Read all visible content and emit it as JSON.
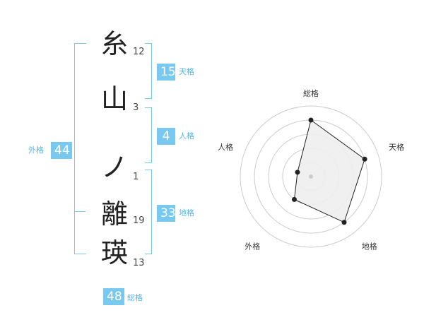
{
  "name_chars": [
    {
      "char": "糸",
      "strokes": "12"
    },
    {
      "char": "山",
      "strokes": "3"
    },
    {
      "char": "ノ",
      "strokes": "1"
    },
    {
      "char": "離",
      "strokes": "19"
    },
    {
      "char": "瑛",
      "strokes": "13"
    }
  ],
  "fortunes": {
    "tenkaku": {
      "value": "15",
      "label": "天格"
    },
    "jinkaku": {
      "value": "4",
      "label": "人格"
    },
    "chikaku": {
      "value": "33",
      "label": "地格"
    },
    "gaikaku": {
      "value": "44",
      "label": "外格"
    },
    "soukaku": {
      "value": "48",
      "label": "総格"
    }
  },
  "chart_data": {
    "type": "radar",
    "axes": [
      "総格",
      "天格",
      "地格",
      "外格",
      "人格"
    ],
    "values": [
      4,
      4,
      4,
      2,
      1
    ],
    "max": 5,
    "colors": {
      "fill": "#eeeeee",
      "line": "#222222",
      "ring": "#cccccc"
    }
  }
}
